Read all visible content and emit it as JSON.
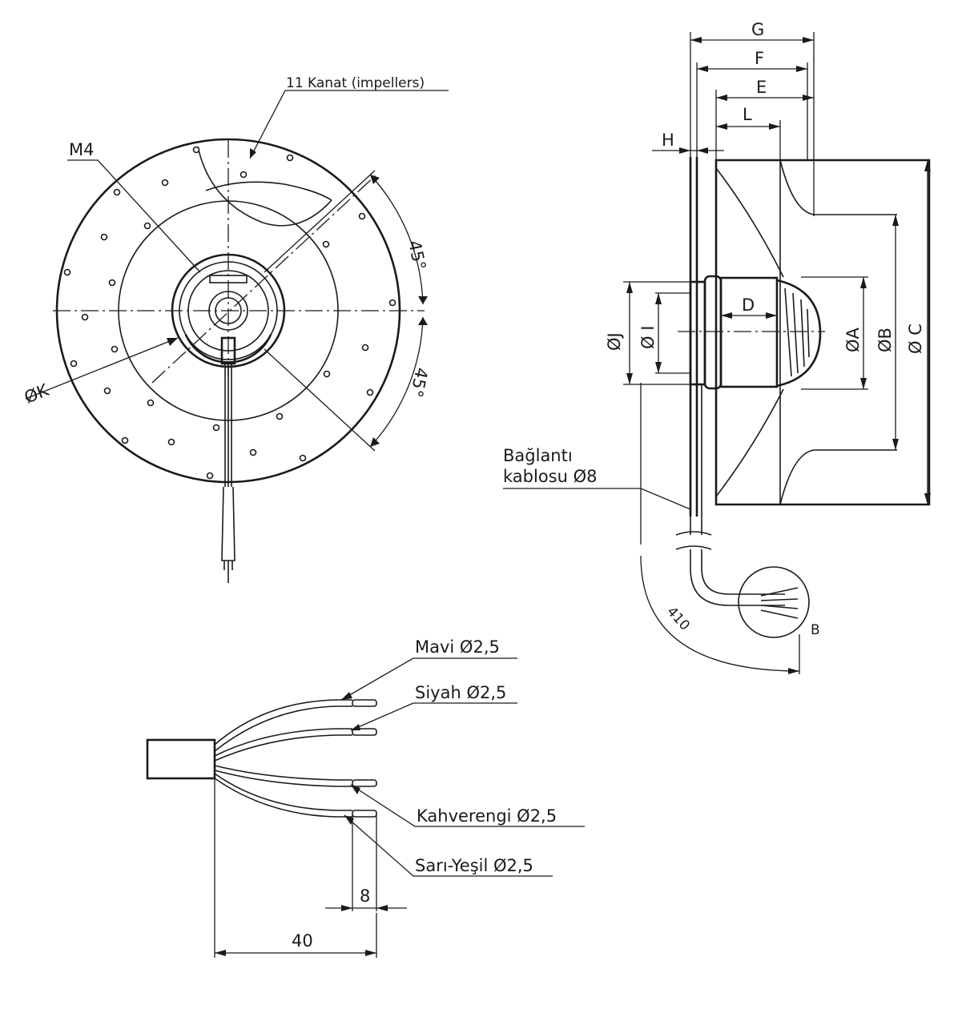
{
  "front_view": {
    "impellers_label": "11 Kanat (impellers)",
    "thread_label": "M4",
    "diameter_k_label": "ØK",
    "angle_top_label": "45°",
    "angle_bottom_label": "45°"
  },
  "side_view": {
    "dim_g": "G",
    "dim_f": "F",
    "dim_e": "E",
    "dim_l": "L",
    "dim_h": "H",
    "dim_d": "D",
    "dim_j": "ØJ",
    "dim_i": "Ø I",
    "dim_a": "ØA",
    "dim_b": "ØB",
    "dim_c": "Ø C",
    "cable_label_line1": "Bağlantı",
    "cable_label_line2": "kablosu Ø8",
    "cable_length": "410",
    "detail_label": "B"
  },
  "wire_detail": {
    "wires": [
      {
        "label": "Mavi Ø2,5"
      },
      {
        "label": "Siyah Ø2,5"
      },
      {
        "label": "Kahverengi Ø2,5"
      },
      {
        "label": "Sarı-Yeşil Ø2,5"
      }
    ],
    "dim_strip": "8",
    "dim_length": "40"
  }
}
